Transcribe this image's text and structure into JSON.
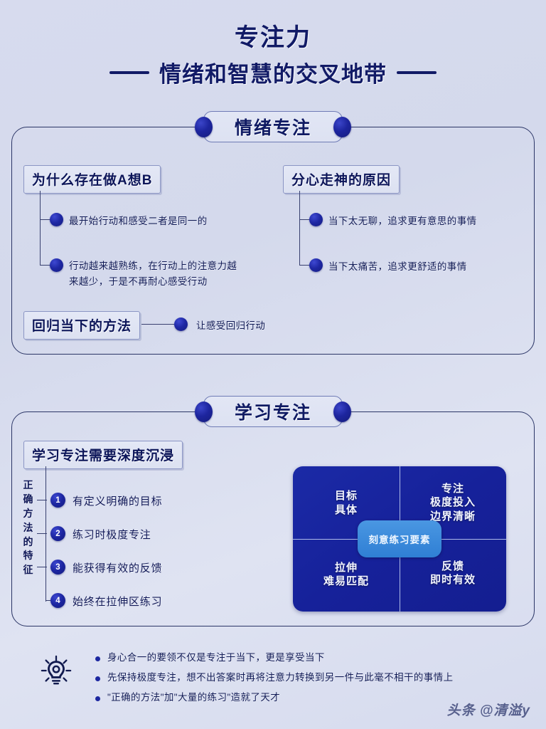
{
  "title": {
    "main": "专注力",
    "sub": "情绪和智慧的交叉地带"
  },
  "sections": [
    {
      "badge": "情绪专注",
      "left_group": {
        "header": "为什么存在做A想B",
        "bullets": [
          "最开始行动和感受二者是同一的",
          "行动越来越熟练，在行动上的注意力越\n来越少，于是不再耐心感受行动"
        ]
      },
      "right_group": {
        "header": "分心走神的原因",
        "bullets": [
          "当下太无聊，追求更有意思的事情",
          "当下太痛苦，追求更舒适的事情"
        ]
      },
      "bottom_group": {
        "header": "回归当下的方法",
        "bullets": [
          "让感受回归行动"
        ]
      }
    },
    {
      "badge": "学习专注",
      "left_group": {
        "header": "学习专注需要深度沉浸",
        "vertical_label": "正确方法的特征",
        "numbered": [
          {
            "num": "1",
            "text": "有定义明确的目标"
          },
          {
            "num": "2",
            "text": "练习时极度专注"
          },
          {
            "num": "3",
            "text": "能获得有效的反馈"
          },
          {
            "num": "4",
            "text": "始终在拉伸区练习"
          }
        ]
      }
    }
  ],
  "quadrant": {
    "center": "刻意练习要素",
    "top_left": [
      "目标",
      "具体"
    ],
    "top_right": [
      "专注",
      "极度投入",
      "边界清晰"
    ],
    "bottom_left": [
      "拉伸",
      "难易匹配"
    ],
    "bottom_right": [
      "反馈",
      "即时有效"
    ]
  },
  "tips": {
    "icon": "lightbulb-icon",
    "items": [
      "身心合一的要领不仅是专注于当下，更是享受当下",
      "先保持极度专注，想不出答案时再将注意力转换到另一件与此毫不相干的事情上",
      "\"正确的方法\"加\"大量的练习\"造就了天才"
    ]
  },
  "watermark": "头条 @清溢y",
  "colors": {
    "background": "#d6dbee",
    "ink": "#101a56",
    "accent_dot": "#1e27a3",
    "panel_border": "#2b3566",
    "quadrant_bg": "#16219a",
    "quadrant_center": "#2f7fd4"
  }
}
